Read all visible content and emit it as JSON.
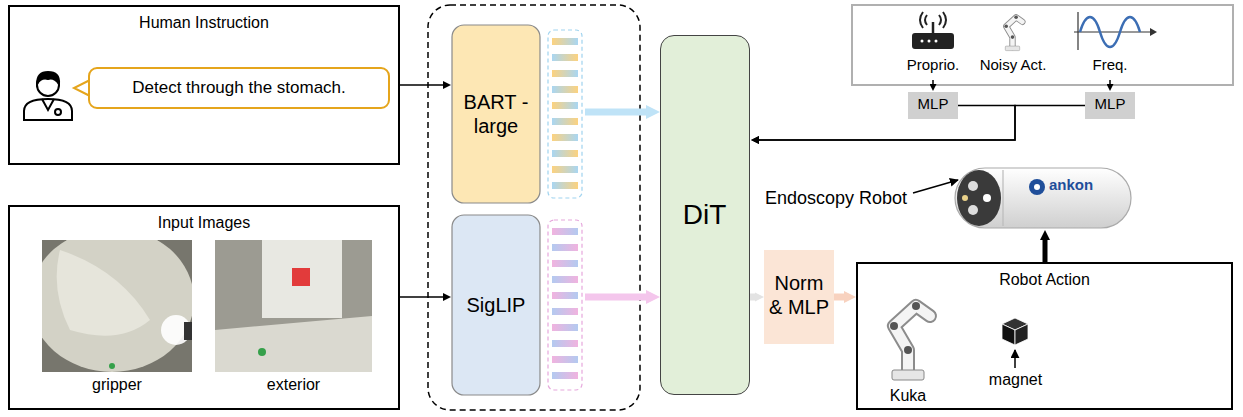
{
  "diagram": {
    "nodes": [
      {
        "text": [
          "Human Instruction"
        ]
      },
      {
        "text": [
          "Detect through the stomach."
        ],
        "in": 0
      },
      {
        "text": [
          "Input Images"
        ]
      },
      {
        "text": [
          "BART -large"
        ]
      },
      {
        "text": [
          "SigLIP"
        ]
      },
      {
        "text": [
          "DiT"
        ]
      },
      {
        "text": [
          "Proprio."
        ]
      },
      {
        "text": [
          "Noisy Act."
        ]
      },
      {
        "text": [
          "Freq."
        ]
      },
      {
        "text": [
          "MLP"
        ]
      },
      {
        "text": [
          "MLP"
        ]
      },
      {
        "text": [
          "Norm & MLP"
        ]
      },
      {
        "text": [
          "Endoscopy Robot",
          "ankon"
        ]
      },
      {
        "text": [
          "Robot Action"
        ]
      }
    ],
    "edges": [
      {
        "from": 0,
        "to": 3,
        "arrow": "to"
      },
      {
        "from": 2,
        "to": 4,
        "arrow": "to"
      },
      {
        "from": 3,
        "to": 5,
        "arrow": "to"
      },
      {
        "from": 4,
        "to": 5,
        "arrow": "to"
      },
      {
        "from": 6,
        "to": 9,
        "arrow": "to"
      },
      {
        "from": 8,
        "to": 10,
        "arrow": "to"
      },
      {
        "from": 9,
        "to": 5,
        "arrow": "to"
      },
      {
        "from": 10,
        "to": 5,
        "arrow": "to"
      },
      {
        "from": 5,
        "to": 11,
        "arrow": "to"
      },
      {
        "from": 11,
        "to": 13,
        "arrow": "to"
      },
      {
        "from": 13,
        "to": 12,
        "arrow": "to"
      }
    ],
    "labels": [
      "gripper",
      "exterior",
      "Kuka",
      "magnet"
    ]
  }
}
